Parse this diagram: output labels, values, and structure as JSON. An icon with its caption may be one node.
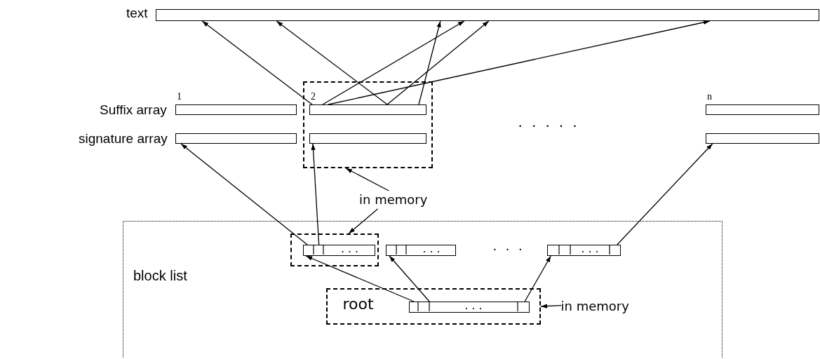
{
  "diagram": {
    "nodes": [
      {
        "text": [],
        "shape": "bar"
      },
      {
        "text": [
          "1"
        ]
      },
      {
        "text": [],
        "shape": "box"
      },
      {
        "text": [
          "2"
        ],
        "in": 2
      },
      {
        "text": [
          "n"
        ]
      },
      {
        "text": [],
        "shape": "bar"
      },
      {
        "text": [],
        "shape": "bar",
        "in": 2
      },
      {
        "text": [],
        "shape": "bar"
      },
      {
        "text": [
          "in memory"
        ]
      },
      {
        "text": [
          "block list"
        ]
      },
      {
        "text": [],
        "shape": "box",
        "in": 9
      },
      {
        "text": [],
        "shape": "bar",
        "in": 10
      },
      {
        "text": [],
        "shape": "bar",
        "in": 9
      },
      {
        "text": [],
        "shape": "bar",
        "in": 9
      },
      {
        "text": [
          "root"
        ],
        "in": 9
      },
      {
        "text": [],
        "shape": "bar",
        "in": 14
      },
      {
        "text": [
          "in memory"
        ],
        "in": 9
      }
    ],
    "edges": [
      {
        "from": 3,
        "to": 0,
        "arrow": "to"
      },
      {
        "from": 3,
        "to": 0,
        "arrow": "to"
      },
      {
        "from": 3,
        "to": 0,
        "arrow": "to"
      },
      {
        "from": 3,
        "to": 0,
        "arrow": "to"
      },
      {
        "from": 3,
        "to": 0,
        "arrow": "to"
      },
      {
        "from": 3,
        "to": 0,
        "arrow": "to"
      },
      {
        "from": 11,
        "to": 5,
        "arrow": "to"
      },
      {
        "from": 11,
        "to": 6,
        "arrow": "to"
      },
      {
        "from": 13,
        "to": 7,
        "arrow": "to"
      },
      {
        "from": 15,
        "to": 11,
        "arrow": "to"
      },
      {
        "from": 15,
        "to": 12,
        "arrow": "to"
      },
      {
        "from": 15,
        "to": 13,
        "arrow": "to"
      },
      {
        "from": 8,
        "to": 2,
        "arrow": "to"
      },
      {
        "from": 8,
        "to": 10,
        "arrow": "to"
      },
      {
        "from": 16,
        "to": 14,
        "arrow": "to"
      }
    ],
    "labels": [
      "text",
      "Suffix array",
      "signature array",
      "· · · · ·",
      "· · ·"
    ]
  }
}
